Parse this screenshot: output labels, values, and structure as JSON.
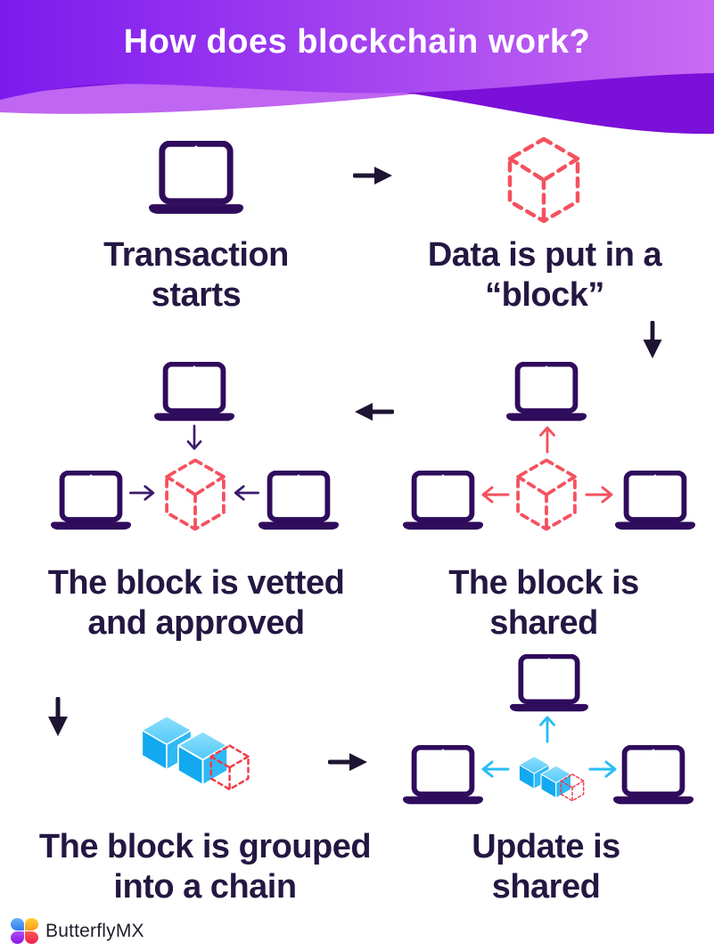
{
  "header": {
    "title": "How does blockchain work?"
  },
  "steps": [
    {
      "line1": "Transaction",
      "line2": "starts",
      "icon": "laptop-icon"
    },
    {
      "line1": "Data is put in a",
      "line2": "“block”",
      "icon": "dashed-block-icon"
    },
    {
      "line1": "The block is",
      "line2": "shared",
      "icon": "block-shared-network-icon"
    },
    {
      "line1": "The block is vetted",
      "line2": "and approved",
      "icon": "block-vetted-network-icon"
    },
    {
      "line1": "The block is grouped",
      "line2": "into a chain",
      "icon": "block-chain-icon"
    },
    {
      "line1": "Update is",
      "line2": "shared",
      "icon": "update-shared-network-icon"
    }
  ],
  "footer": {
    "brand": "ButterflyMX"
  },
  "colors": {
    "header_gradient_start": "#7c1aee",
    "header_gradient_end": "#c96bf2",
    "header_wave_light": "#bf66f2",
    "header_wave_dark": "#7b10d8",
    "caption_text": "#241742",
    "laptop": "#2f0c5c",
    "dashed_block": "#f4515e",
    "chain_dashed_red": "#ef3a49",
    "solid_arrow": "#1d1432",
    "network_arrow_purple": "#3d1a6e",
    "network_arrow_red": "#f4515e",
    "network_arrow_cyan": "#27bdf4",
    "chain_blue_top": "#52c8f9",
    "chain_blue_left": "#12a9f0",
    "chain_blue_right": "#2fb9f6"
  }
}
